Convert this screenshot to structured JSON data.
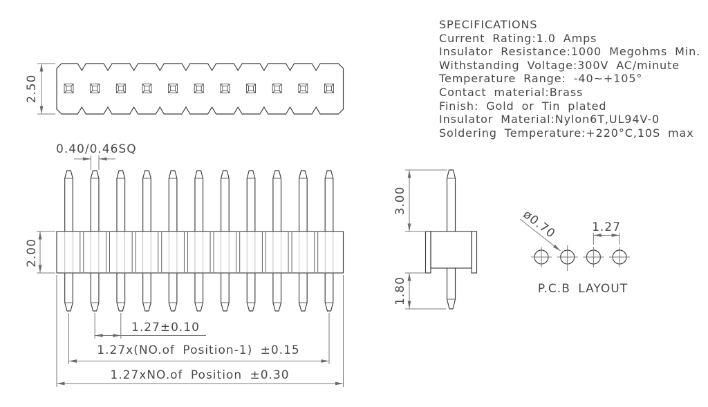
{
  "drawing": {
    "positions_shown": 11,
    "pcb_holes_shown": 4,
    "line_color": "#3a3a3a",
    "dim_color": "#787878",
    "text_color": "#4a4a4a"
  },
  "specifications": {
    "title": "SPECIFICATIONS",
    "lines": [
      "Current Rating:1.0 Amps",
      "Insulator Resistance:1000 Megohms Min.",
      "Withstanding Voltage:300V AC/minute",
      "Temperature Range: -40~+105°",
      "Contact material:Brass",
      "Finish: Gold or Tin plated",
      "Insulator Material:Nylon6T,UL94V-0",
      "Soldering Temperature:+220°C,10S max"
    ]
  },
  "dimensions": {
    "top_view_height": "2.50",
    "pin_square": "0.40/0.46SQ",
    "body_height": "2.00",
    "pitch": "1.27±0.10",
    "span_positions_minus1": "1.27x(NO.of Position-1) ±0.15",
    "span_total": "1.27xNO.of Position ±0.30",
    "upper_pin_length": "3.00",
    "lower_pin_length": "1.80",
    "hole_diameter": "ø0.70",
    "hole_pitch": "1.27",
    "pcb_label": "P.C.B LAYOUT"
  }
}
